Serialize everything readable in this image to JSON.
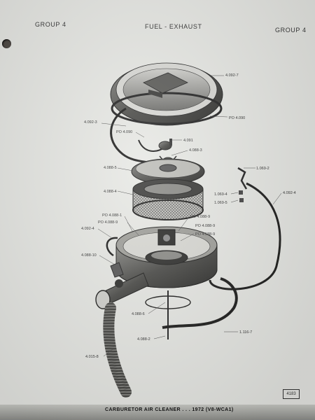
{
  "header": {
    "group_left": "GROUP 4",
    "section_title": "FUEL - EXHAUST",
    "group_right": "GROUP 4"
  },
  "callouts": [
    {
      "id": "c1",
      "text": "4.092-7"
    },
    {
      "id": "c2",
      "text": "PO 4.090"
    },
    {
      "id": "c3",
      "text": "4.092-3"
    },
    {
      "id": "c4",
      "text": "PO 4.090"
    },
    {
      "id": "c5",
      "text": "4.091"
    },
    {
      "id": "c6",
      "text": "4.088-3"
    },
    {
      "id": "c7",
      "text": "4.088-5"
    },
    {
      "id": "c8",
      "text": "1.069-2"
    },
    {
      "id": "c9",
      "text": "4.088-4"
    },
    {
      "id": "c10",
      "text": "1.069-4"
    },
    {
      "id": "c11",
      "text": "1.069-5"
    },
    {
      "id": "c12",
      "text": "4.092-4"
    },
    {
      "id": "c13",
      "text": "PO 4.088-1"
    },
    {
      "id": "c14",
      "text": "PO 4.088-9"
    },
    {
      "id": "c15",
      "text": "PO 4.088-9"
    },
    {
      "id": "c16",
      "text": "PO 4.088-9"
    },
    {
      "id": "c17",
      "text": "4.092-4"
    },
    {
      "id": "c18",
      "text": "PO 4.588-9"
    },
    {
      "id": "c19",
      "text": "4.088-10"
    },
    {
      "id": "c20",
      "text": "4.088-6"
    },
    {
      "id": "c21",
      "text": "1.116-7"
    },
    {
      "id": "c22",
      "text": "4.088-2"
    },
    {
      "id": "c23",
      "text": "4.015-8"
    }
  ],
  "footer": {
    "page_number": "4183",
    "caption": "CARBURETOR AIR CLEANER . . . 1972 (V8-WCA1)"
  }
}
